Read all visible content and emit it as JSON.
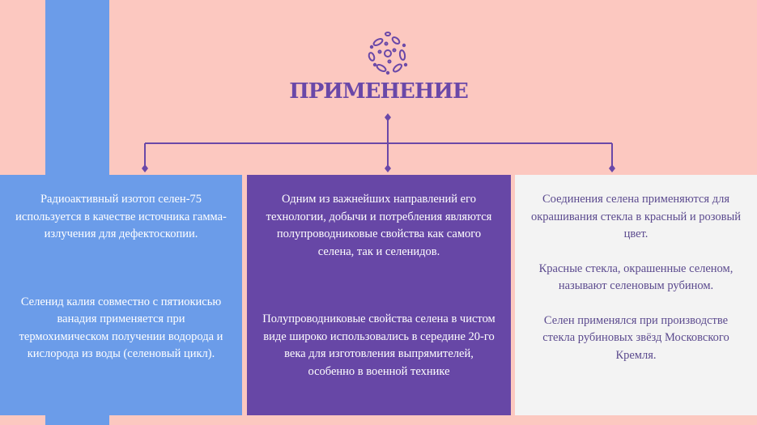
{
  "title": "ПРИМЕНЕНИЕ",
  "icon": "bacteria-cluster-icon",
  "colors": {
    "background": "#fcc8c0",
    "blue": "#6b9ce9",
    "purple": "#6747a6",
    "light": "#f3f3f3",
    "accent": "#6a48a8"
  },
  "columns": [
    {
      "paragraphs": [
        "Радиоактивный изотоп селен-75 используется в качестве источника гамма-излучения для дефектоскопии.",
        "Селенид калия совместно с пятиокисью ванадия применяется при термохимическом получении водорода и кислорода из воды (селеновый цикл)."
      ]
    },
    {
      "paragraphs": [
        "Одним из важнейших направлений его технологии, добычи и потребления являются полупроводниковые свойства как самого селена, так и селенидов.",
        "Полупроводниковые свойства селена в чистом виде широко использовались в середине 20-го века для изготовления выпрямителей, особенно в военной технике"
      ]
    },
    {
      "paragraphs": [
        "Соединения селена применяются для окрашивания стекла в красный и розовый цвет.",
        "Красные стекла, окрашенные селеном, называют селеновым рубином.",
        "Селен применялся при производстве стекла рубиновых звёзд Московского Кремля."
      ]
    }
  ]
}
